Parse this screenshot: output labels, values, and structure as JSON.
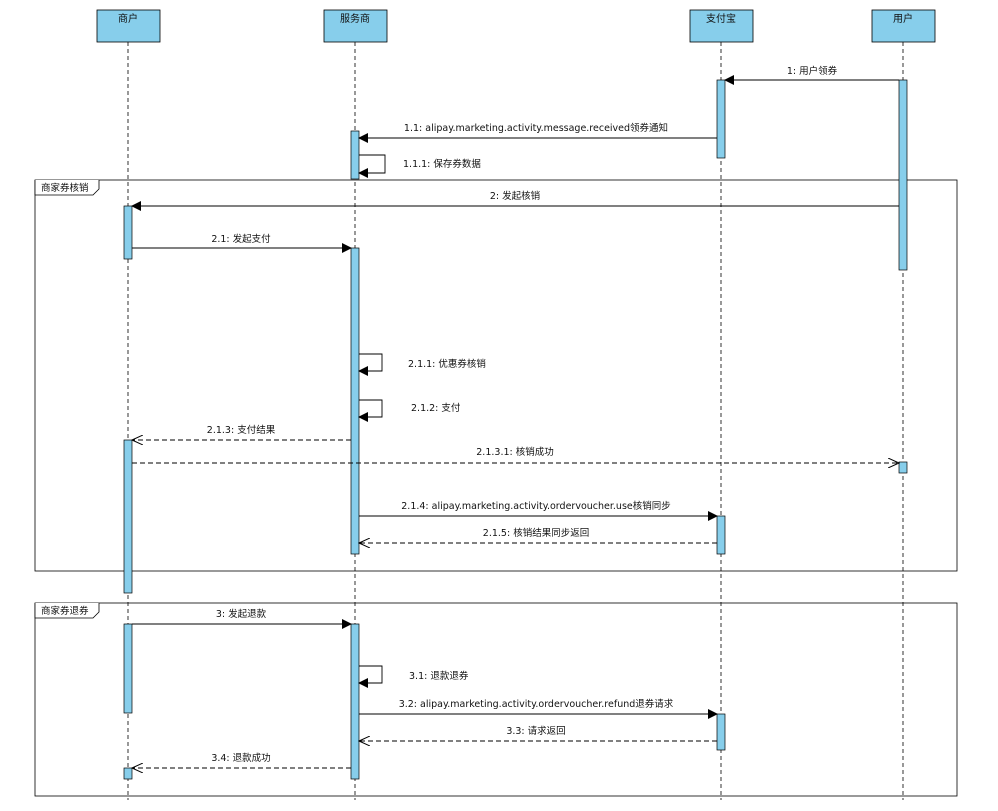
{
  "participants": [
    {
      "id": "merchant",
      "name": "商户"
    },
    {
      "id": "provider",
      "name": "服务商"
    },
    {
      "id": "alipay",
      "name": "支付宝"
    },
    {
      "id": "user",
      "name": "用户"
    }
  ],
  "frames": [
    {
      "id": "frame-verify",
      "label": "商家券核销"
    },
    {
      "id": "frame-refund",
      "label": "商家券退券"
    }
  ],
  "messages": [
    {
      "id": "m1",
      "label": "1: 用户领券",
      "from": "user",
      "to": "alipay",
      "kind": "sync"
    },
    {
      "id": "m1_1",
      "label": "1.1: alipay.marketing.activity.message.received领券通知",
      "from": "alipay",
      "to": "provider",
      "kind": "sync"
    },
    {
      "id": "m1_1_1",
      "label": "1.1.1: 保存券数据",
      "from": "provider",
      "to": "provider",
      "kind": "self"
    },
    {
      "id": "m2",
      "label": "2: 发起核销",
      "from": "user",
      "to": "merchant",
      "kind": "sync"
    },
    {
      "id": "m2_1",
      "label": "2.1: 发起支付",
      "from": "merchant",
      "to": "provider",
      "kind": "sync"
    },
    {
      "id": "m2_1_1",
      "label": "2.1.1: 优惠券核销",
      "from": "provider",
      "to": "provider",
      "kind": "self"
    },
    {
      "id": "m2_1_2",
      "label": "2.1.2: 支付",
      "from": "provider",
      "to": "provider",
      "kind": "self"
    },
    {
      "id": "m2_1_3",
      "label": "2.1.3: 支付结果",
      "from": "provider",
      "to": "merchant",
      "kind": "return"
    },
    {
      "id": "m2_1_3_1",
      "label": "2.1.3.1: 核销成功",
      "from": "merchant",
      "to": "user",
      "kind": "return"
    },
    {
      "id": "m2_1_4",
      "label": "2.1.4: alipay.marketing.activity.ordervoucher.use核销同步",
      "from": "provider",
      "to": "alipay",
      "kind": "sync"
    },
    {
      "id": "m2_1_5",
      "label": "2.1.5: 核销结果同步返回",
      "from": "alipay",
      "to": "provider",
      "kind": "return"
    },
    {
      "id": "m3",
      "label": "3: 发起退款",
      "from": "merchant",
      "to": "provider",
      "kind": "sync"
    },
    {
      "id": "m3_1",
      "label": "3.1: 退款退券",
      "from": "provider",
      "to": "provider",
      "kind": "self"
    },
    {
      "id": "m3_2",
      "label": "3.2: alipay.marketing.activity.ordervoucher.refund退券请求",
      "from": "provider",
      "to": "alipay",
      "kind": "sync"
    },
    {
      "id": "m3_3",
      "label": "3.3: 请求返回",
      "from": "alipay",
      "to": "provider",
      "kind": "return"
    },
    {
      "id": "m3_4",
      "label": "3.4: 退款成功",
      "from": "provider",
      "to": "merchant",
      "kind": "return"
    }
  ],
  "colors": {
    "participant_fill": "#87CEEB",
    "activation_fill": "#87CEEB",
    "line": "#000000"
  }
}
